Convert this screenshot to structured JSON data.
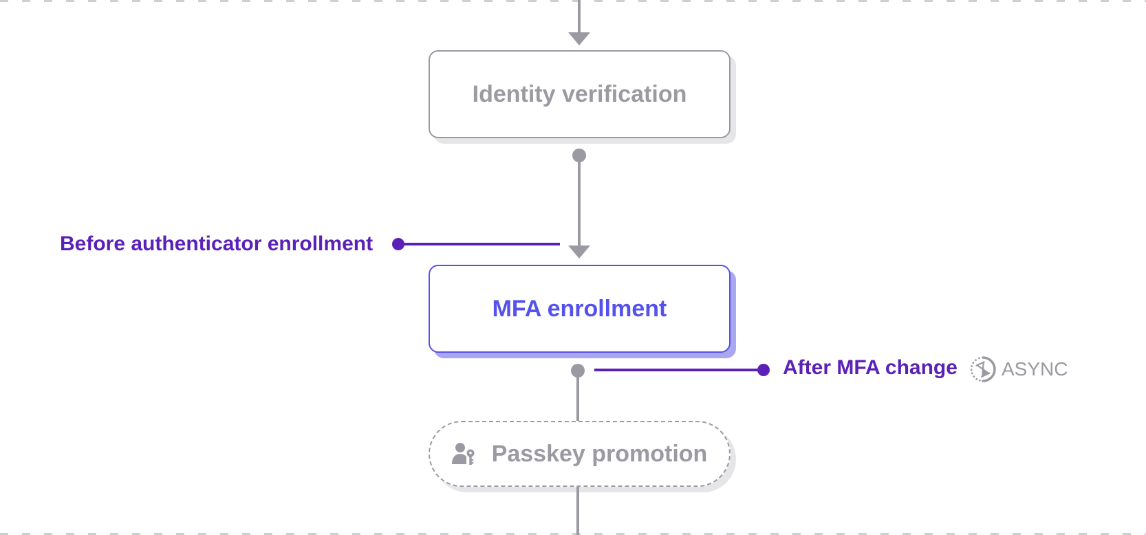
{
  "diagram": {
    "nodes": [
      {
        "id": "identity-verification",
        "label": "Identity verification",
        "state": "inactive"
      },
      {
        "id": "mfa-enrollment",
        "label": "MFA enrollment",
        "state": "active"
      },
      {
        "id": "passkey-promotion",
        "label": "Passkey promotion",
        "state": "optional",
        "icon": "user-key-icon"
      }
    ],
    "hooks": [
      {
        "label": "Before authenticator enrollment",
        "attaches_to": "mfa-enrollment",
        "position": "before",
        "side": "left"
      },
      {
        "label": "After MFA change",
        "attaches_to": "mfa-enrollment",
        "position": "after",
        "side": "right",
        "badge": {
          "icon": "async-hourglass-icon",
          "text": "ASYNC"
        }
      }
    ],
    "edges": [
      {
        "from": "previous-step",
        "to": "identity-verification"
      },
      {
        "from": "identity-verification",
        "to": "mfa-enrollment"
      },
      {
        "from": "mfa-enrollment",
        "to": "passkey-promotion"
      },
      {
        "from": "passkey-promotion",
        "to": "next-step"
      }
    ],
    "colors": {
      "active": "#5551ee",
      "active_shadow": "#aaa7f1",
      "inactive": "#9b99a1",
      "hook": "#5b21b6",
      "shadow": "#e6e6e8",
      "frame_dash": "#cfcfd3"
    }
  }
}
